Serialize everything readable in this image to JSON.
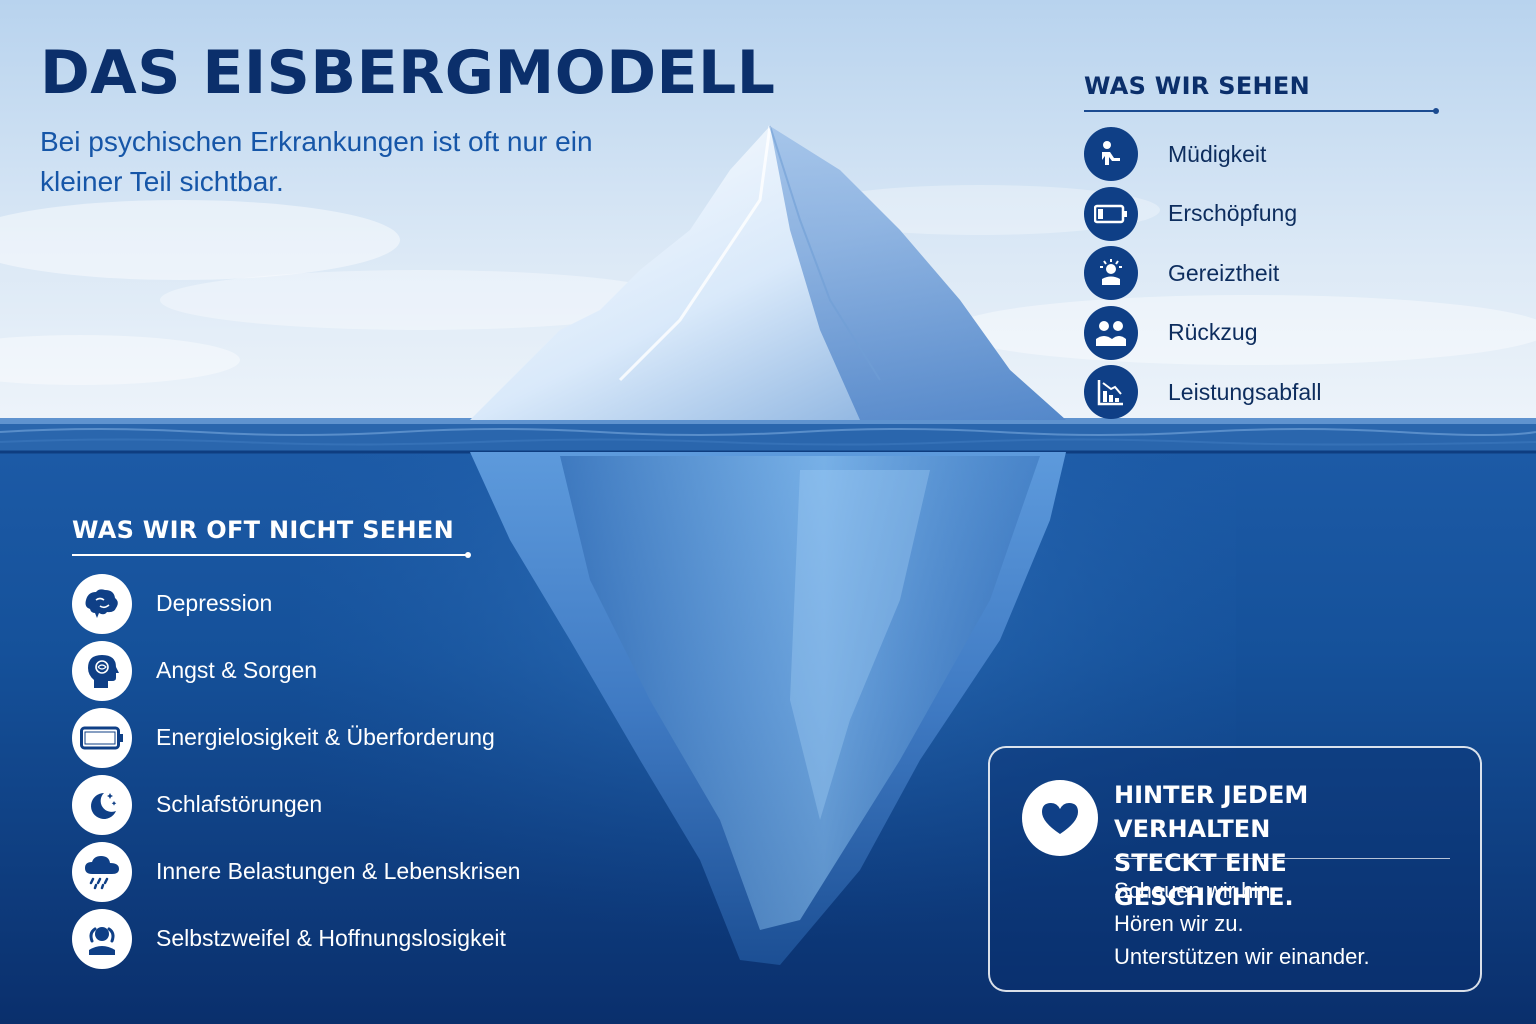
{
  "header": {
    "title": "DAS EISBERGMODELL",
    "subtitle": "Bei psychischen Erkrankungen ist oft nur ein kleiner Teil sichtbar."
  },
  "seen": {
    "title": "WAS WIR SEHEN",
    "items": [
      {
        "label": "Müdigkeit",
        "icon": "tired-person-icon"
      },
      {
        "label": "Erschöpfung",
        "icon": "low-battery-icon"
      },
      {
        "label": "Gereiztheit",
        "icon": "irritated-person-icon"
      },
      {
        "label": "Rückzug",
        "icon": "withdrawn-people-icon"
      },
      {
        "label": "Leistungsabfall",
        "icon": "declining-chart-icon"
      }
    ]
  },
  "hidden": {
    "title": "WAS WIR OFT NICHT SEHEN",
    "items": [
      {
        "label": "Depression",
        "icon": "brain-icon"
      },
      {
        "label": "Angst & Sorgen",
        "icon": "anxious-head-icon"
      },
      {
        "label": "Energielosigkeit & Überforderung",
        "icon": "empty-battery-icon"
      },
      {
        "label": "Schlafstörungen",
        "icon": "moon-stars-icon"
      },
      {
        "label": "Innere Belastungen & Lebenskrisen",
        "icon": "rain-cloud-icon"
      },
      {
        "label": "Selbstzweifel & Hoffnungslosigkeit",
        "icon": "despair-person-icon"
      }
    ]
  },
  "message": {
    "icon": "heart-icon",
    "headline_line1": "HINTER JEDEM VERHALTEN",
    "headline_line2": "STECKT EINE GESCHICHTE.",
    "lines": [
      "Schauen wir hin.",
      "Hören wir zu.",
      "Unterstützen wir einander."
    ]
  },
  "colors": {
    "title": "#0b2f6b",
    "subtitle": "#1656a8",
    "icon_circle": "#0f3f86",
    "deep_water": "#0d3f85"
  }
}
